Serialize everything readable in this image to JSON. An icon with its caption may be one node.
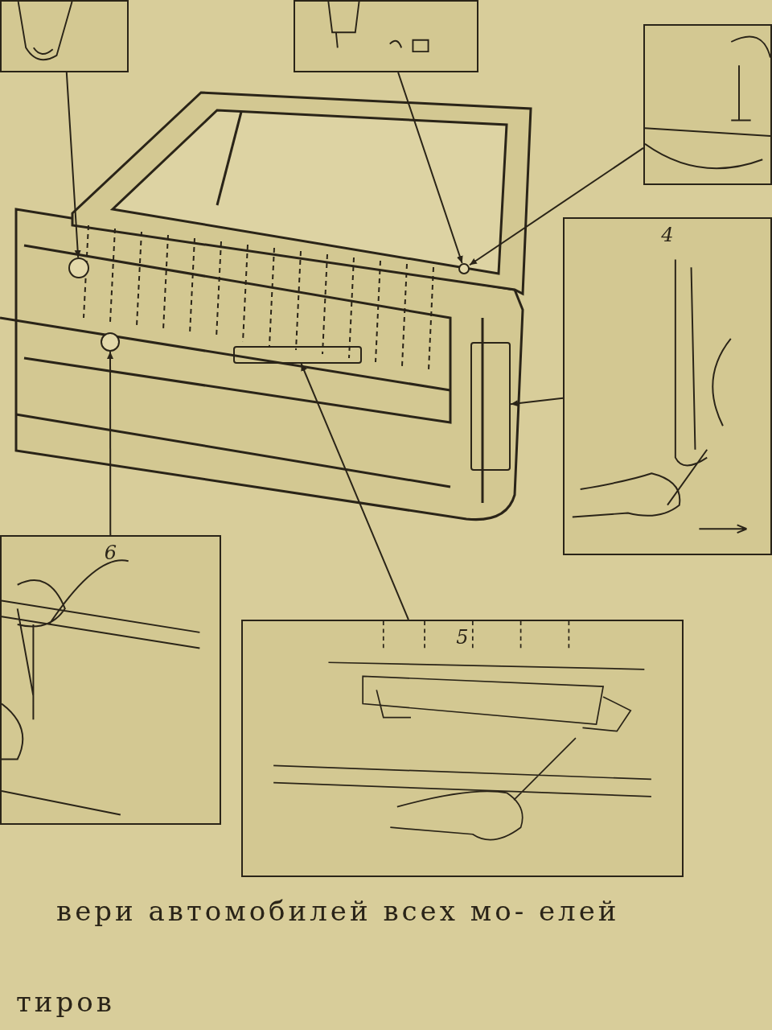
{
  "diagram": {
    "caption": "вери автомобилей всех мо- елей",
    "nodes": [
      {
        "text": [],
        "shape": "picture"
      },
      {
        "text": [],
        "shape": "picture"
      },
      {
        "text": [],
        "shape": "picture"
      },
      {
        "text": [
          "4"
        ]
      },
      {
        "text": [],
        "shape": "picture"
      },
      {
        "text": [],
        "shape": "circle",
        "in": 4
      },
      {
        "text": [],
        "shape": "circle",
        "in": 4
      },
      {
        "text": [],
        "shape": "circle",
        "in": 4
      },
      {
        "text": [],
        "shape": "bar",
        "in": 4
      },
      {
        "text": [],
        "shape": "box",
        "in": 4
      },
      {
        "text": [
          "6"
        ]
      },
      {
        "text": [
          "5"
        ]
      }
    ],
    "edges": [
      {
        "from": 0,
        "to": 5,
        "arrow": "to"
      },
      {
        "from": 1,
        "to": 6,
        "arrow": "to"
      },
      {
        "from": 2,
        "to": 6,
        "arrow": "to"
      },
      {
        "from": 3,
        "to": 9,
        "arrow": "to"
      },
      {
        "from": 10,
        "to": 7,
        "arrow": "to"
      },
      {
        "from": 11,
        "to": 8,
        "arrow": "to"
      }
    ],
    "labels": [
      "тиров"
    ]
  }
}
